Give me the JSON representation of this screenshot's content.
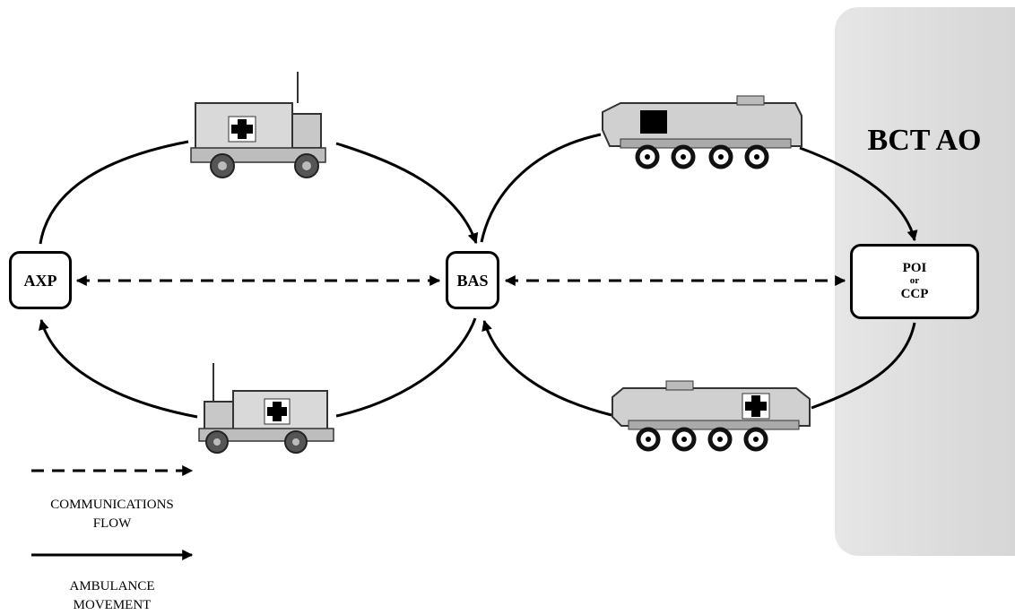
{
  "region": {
    "label": "BCT AO",
    "fill": "#dddddd"
  },
  "nodes": {
    "axp": "AXP",
    "bas": "BAS",
    "poi": {
      "line1": "POI",
      "line2": "or",
      "line3": "CCP"
    }
  },
  "vehicles": [
    {
      "name": "ambulance-truck-icon",
      "position": "top-left"
    },
    {
      "name": "ambulance-truck-icon",
      "position": "bottom-left"
    },
    {
      "name": "armored-ambulance-icon",
      "position": "top-right"
    },
    {
      "name": "armored-ambulance-icon",
      "position": "bottom-right"
    }
  ],
  "legend": {
    "comms_line1": "COMMUNICATIONS",
    "comms_line2": "FLOW",
    "ambulance_line1": "AMBULANCE",
    "ambulance_line2": "MOVEMENT"
  }
}
